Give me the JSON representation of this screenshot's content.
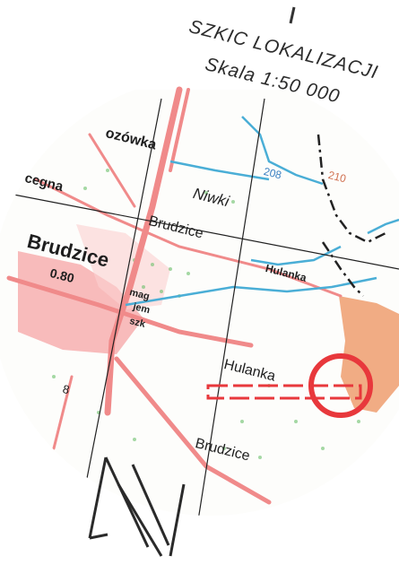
{
  "title": {
    "line1": "SZKIC LOKALIZACJI",
    "line2": "Skala 1:50 000"
  },
  "labels": {
    "ozowka": "ozówka",
    "cegna": "cegna",
    "niwki": "Niwki",
    "brudzice_top": "Brudzice",
    "brudzice_big": "Brudzice",
    "brudzice_val": "0.80",
    "hulanka_1": "Hulanka",
    "hulanka_2": "Hulanka",
    "mag1": "mag",
    "mag2": "jem",
    "mag3": "szk",
    "brudzice_bottom": "Brudzice",
    "num_208": "208",
    "num_210": "210",
    "num_8": "8"
  },
  "colors": {
    "road": "#f08a8a",
    "water": "#4aaed6",
    "forest": "#e89a6a",
    "marker": "#e8383c",
    "ink": "#1e1e1e"
  },
  "icons": {
    "north": "north-arrow-icon",
    "target": "location-circle-icon"
  }
}
